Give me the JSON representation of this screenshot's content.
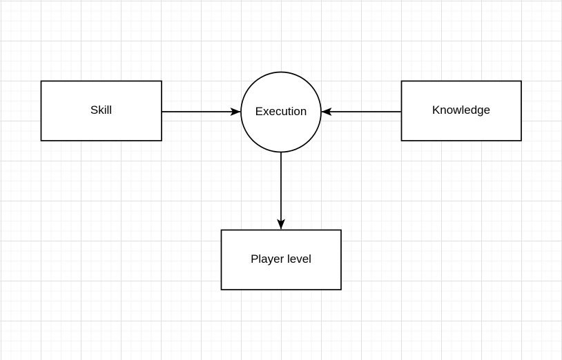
{
  "diagram": {
    "nodes": [
      {
        "id": "skill",
        "label": "Skill",
        "shape": "rectangle"
      },
      {
        "id": "execution",
        "label": "Execution",
        "shape": "circle"
      },
      {
        "id": "knowledge",
        "label": "Knowledge",
        "shape": "rectangle"
      },
      {
        "id": "player-level",
        "label": "Player level",
        "shape": "rectangle"
      }
    ],
    "edges": [
      {
        "from": "skill",
        "to": "execution",
        "direction": "right"
      },
      {
        "from": "knowledge",
        "to": "execution",
        "direction": "left"
      },
      {
        "from": "execution",
        "to": "player-level",
        "direction": "down"
      }
    ],
    "colors": {
      "background": "#ffffff",
      "grid_minor": "#f4f4f4",
      "grid_major": "#e0e0e0",
      "stroke": "#000000",
      "fill": "#ffffff",
      "text": "#000000"
    }
  }
}
